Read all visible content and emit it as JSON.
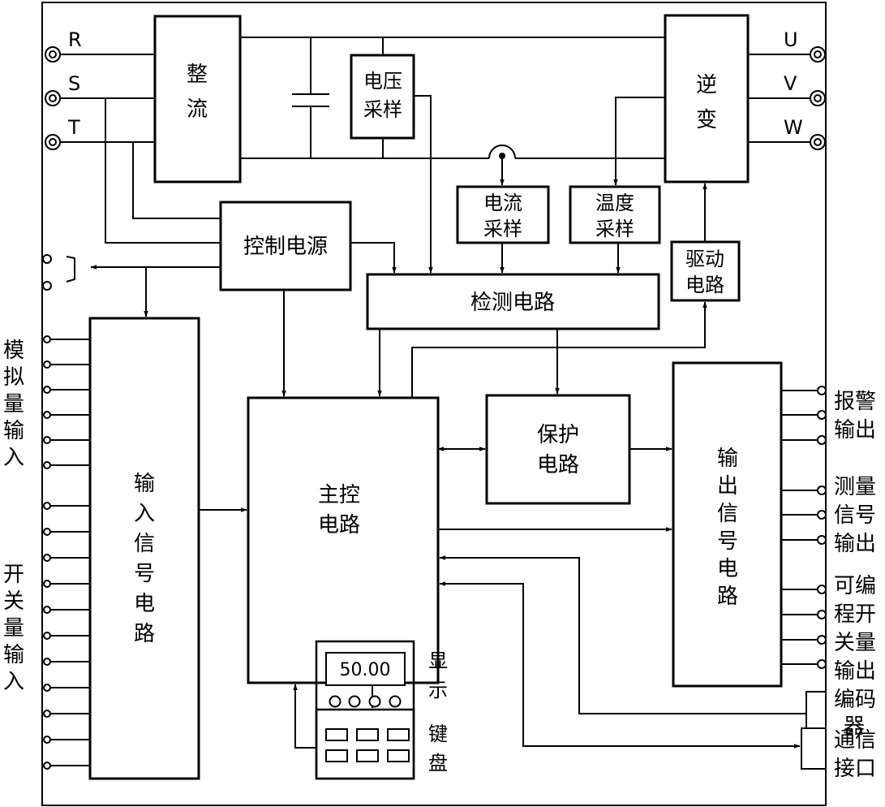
{
  "phases_in": [
    "R",
    "S",
    "T"
  ],
  "phases_out": [
    "U",
    "V",
    "W"
  ],
  "blocks": {
    "rectifier": [
      "整",
      "流"
    ],
    "voltage_sampling": [
      "电压",
      "采样"
    ],
    "inverter": [
      "逆",
      "变"
    ],
    "current_sampling": [
      "电流",
      "采样"
    ],
    "temperature_sampling": [
      "温度",
      "采样"
    ],
    "control_power": "控制电源",
    "drive_circuit": [
      "驱动",
      "电路"
    ],
    "detection_circuit": "检测电路",
    "input_signal_circuit": [
      "输",
      "入",
      "信",
      "号",
      "电",
      "路"
    ],
    "main_control": [
      "主控",
      "电路"
    ],
    "protection": [
      "保护",
      "电路"
    ],
    "output_signal_circuit": [
      "输",
      "出",
      "信",
      "号",
      "电",
      "路"
    ]
  },
  "display_value": "50.00",
  "side_labels": {
    "analog_input": [
      "模",
      "拟",
      "量",
      "输",
      "入"
    ],
    "switch_input": [
      "开",
      "关",
      "量",
      "输",
      "入"
    ],
    "display": [
      "显",
      "示"
    ],
    "keypad": [
      "键",
      "盘"
    ],
    "alarm_output": [
      "报警",
      "输出"
    ],
    "measure_output": [
      "测量",
      "信号",
      "输出"
    ],
    "programmable_switch_output": [
      "可编",
      "程开",
      "关量",
      "输出"
    ],
    "encoder": [
      "编码",
      "器"
    ],
    "comm_interface": [
      "通信",
      "接口"
    ]
  }
}
